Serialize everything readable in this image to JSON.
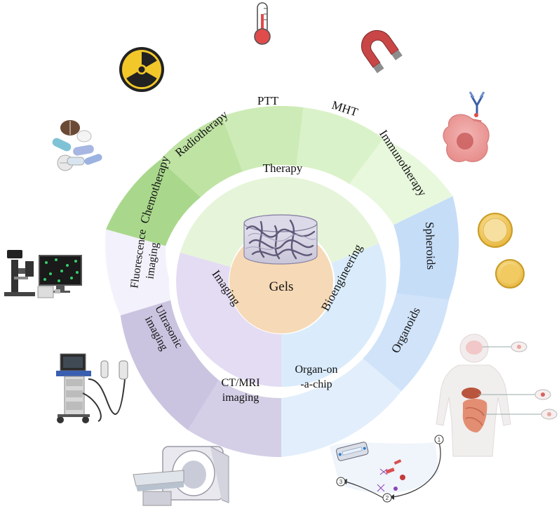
{
  "center": {
    "label": "Gels"
  },
  "categories": {
    "therapy": "Therapy",
    "imaging": "Imaging",
    "bioengineering": "Bioengineering"
  },
  "outer_segments": {
    "chemotherapy": "Chemotherapy",
    "radiotherapy": "Radiotherapy",
    "ptt": "PTT",
    "mht": "MHT",
    "immunotherapy": "Immunotherapy",
    "spheroids": "Spheroids",
    "organoids": "Organoids",
    "organ_on_chip_line1": "Organ-on",
    "organ_on_chip_line2": "-a-chip",
    "ct_mri_line1": "CT/MRI",
    "ct_mri_line2": "imaging",
    "ultrasonic_line1": "Ultrasonic",
    "ultrasonic_line2": "imaging",
    "fluorescence_line1": "Fluorescence",
    "fluorescence_line2": "imaging"
  },
  "workflow_steps": {
    "step1": "1",
    "step2": "2",
    "step3": "3"
  },
  "colors": {
    "therapy_outer": [
      "#a9d88c",
      "#bfe3a3",
      "#cdebb6",
      "#daf2c9",
      "#e8f8dd"
    ],
    "therapy_inner": "#e6f5da",
    "imaging_outer": [
      "#f3f1fb",
      "#cbc4e0",
      "#d4cfe6"
    ],
    "imaging_inner": "#e4dcf3",
    "bio_outer": [
      "#c6ddf8",
      "#d0e3f9",
      "#e2eefb"
    ],
    "bio_inner": "#daecfb",
    "core": "#f6d9b6"
  },
  "icons": [
    "thermometer-icon",
    "magnet-icon",
    "radiation-icon",
    "antibody-cell-icon",
    "pills-icon",
    "spheroid-icon",
    "microscope-icon",
    "ultrasound-machine-icon",
    "mri-scanner-icon",
    "human-body-organs-icon",
    "organ-chip-workflow-icon",
    "gel-network-icon"
  ]
}
